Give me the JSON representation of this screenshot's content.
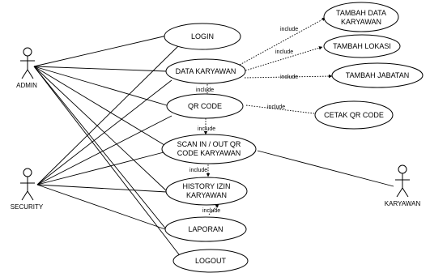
{
  "actors": {
    "admin": "ADMIN",
    "security": "SECURITY",
    "karyawan": "KARYAWAN"
  },
  "use_cases": {
    "login": [
      "LOGIN"
    ],
    "data_karyawan": [
      "DATA KARYAWAN"
    ],
    "qr_code": [
      "QR CODE"
    ],
    "scan": [
      "SCAN IN / OUT QR",
      "CODE KARYAWAN"
    ],
    "history_izin": [
      "HISTORY IZIN",
      "KARYAWAN"
    ],
    "laporan": [
      "LAPORAN"
    ],
    "logout": [
      "LOGOUT"
    ],
    "tambah_data_karyawan": [
      "TAMBAH DATA",
      "KARYAWAN"
    ],
    "tambah_lokasi": [
      "TAMBAH LOKASI"
    ],
    "tambah_jabatan": [
      "TAMBAH JABATAN"
    ],
    "cetak_qr_code": [
      "CETAK QR CODE"
    ]
  },
  "relations": {
    "include_1": "include",
    "include_2": "include",
    "include_3": "include",
    "include_4": "include",
    "include_5": "include",
    "include_6": "include",
    "include_7": "include",
    "include_8": "include"
  }
}
